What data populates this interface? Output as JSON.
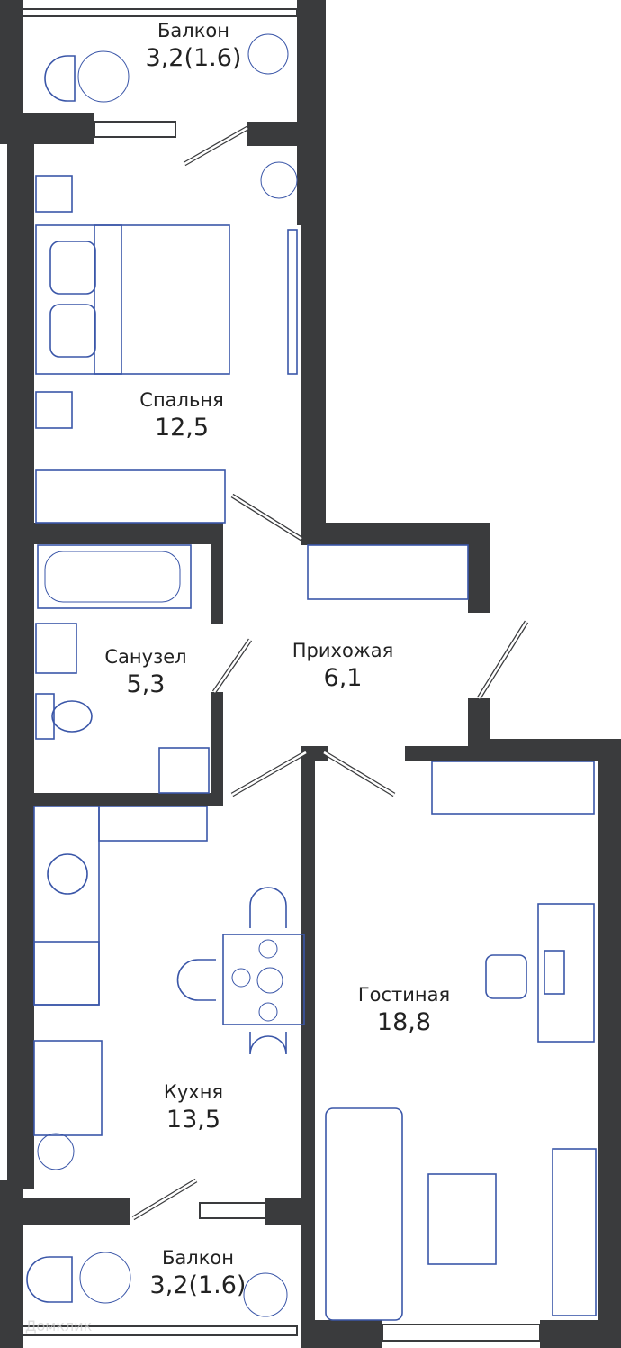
{
  "rooms": [
    {
      "name": "Балкон",
      "area": "3,2(1.6)"
    },
    {
      "name": "Спальня",
      "area": "12,5"
    },
    {
      "name": "Санузел",
      "area": "5,3"
    },
    {
      "name": "Прихожая",
      "area": "6,1"
    },
    {
      "name": "Гостиная",
      "area": "18,8"
    },
    {
      "name": "Кухня",
      "area": "13,5"
    },
    {
      "name": "Балкон",
      "area": "3,2(1.6)"
    }
  ],
  "watermark": "Домклик",
  "colors": {
    "wall": "#3a3b3d",
    "furniture": "#3a56a8"
  }
}
